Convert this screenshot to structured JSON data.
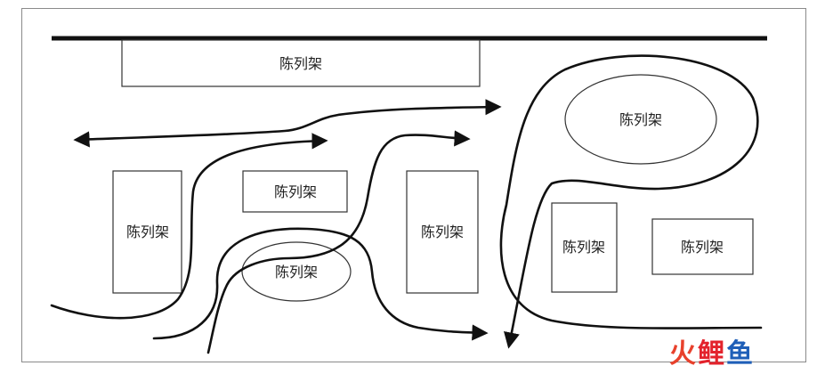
{
  "shelf_label": "陈列架",
  "shelves": [
    {
      "id": "top-wall",
      "shape": "rect",
      "label": "陈列架"
    },
    {
      "id": "left-tall",
      "shape": "rect",
      "label": "陈列架"
    },
    {
      "id": "center-small",
      "shape": "rect",
      "label": "陈列架"
    },
    {
      "id": "center-oval",
      "shape": "ellipse",
      "label": "陈列架"
    },
    {
      "id": "mid-tall",
      "shape": "rect",
      "label": "陈列架"
    },
    {
      "id": "right-oval",
      "shape": "ellipse",
      "label": "陈列架"
    },
    {
      "id": "right-tall",
      "shape": "rect",
      "label": "陈列架"
    },
    {
      "id": "far-right",
      "shape": "rect",
      "label": "陈列架"
    }
  ],
  "watermark": {
    "chars": [
      "火",
      "鲤",
      "鱼"
    ],
    "colors": [
      "#e8412c",
      "#e3232c",
      "#1f5fb8"
    ]
  }
}
